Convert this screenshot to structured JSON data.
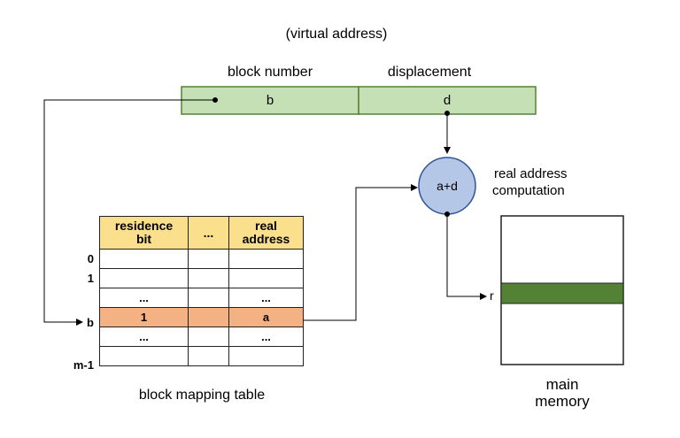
{
  "diagram": {
    "virtual_address_label": "(virtual address)",
    "block_number_label": "block number",
    "displacement_label": "displacement",
    "block_field": "b",
    "displacement_field": "d",
    "adder_label": "a+d",
    "computation_label_line1": "real address",
    "computation_label_line2": "computation",
    "table_title": "block mapping table",
    "table": {
      "headers": [
        "residence\nbit",
        "...",
        "real\naddress"
      ],
      "row_labels": [
        "0",
        "1",
        "",
        "b",
        "",
        "m-1"
      ],
      "rows": [
        [
          "",
          "",
          ""
        ],
        [
          "",
          "",
          ""
        ],
        [
          "...",
          "",
          "..."
        ],
        [
          "1",
          "",
          "a"
        ],
        [
          "...",
          "",
          "..."
        ],
        [
          "",
          "",
          ""
        ]
      ],
      "highlight_row": 3
    },
    "memory_label_line1": "main",
    "memory_label_line2": "memory",
    "memory_marker": "r",
    "colors": {
      "address_bar": "#c5e0b4",
      "address_border": "#548235",
      "adder_fill": "#b4c7e7",
      "adder_border": "#2f5597",
      "table_header": "#fadf8d",
      "table_highlight": "#f4b183",
      "memory_block": "#548235"
    }
  }
}
